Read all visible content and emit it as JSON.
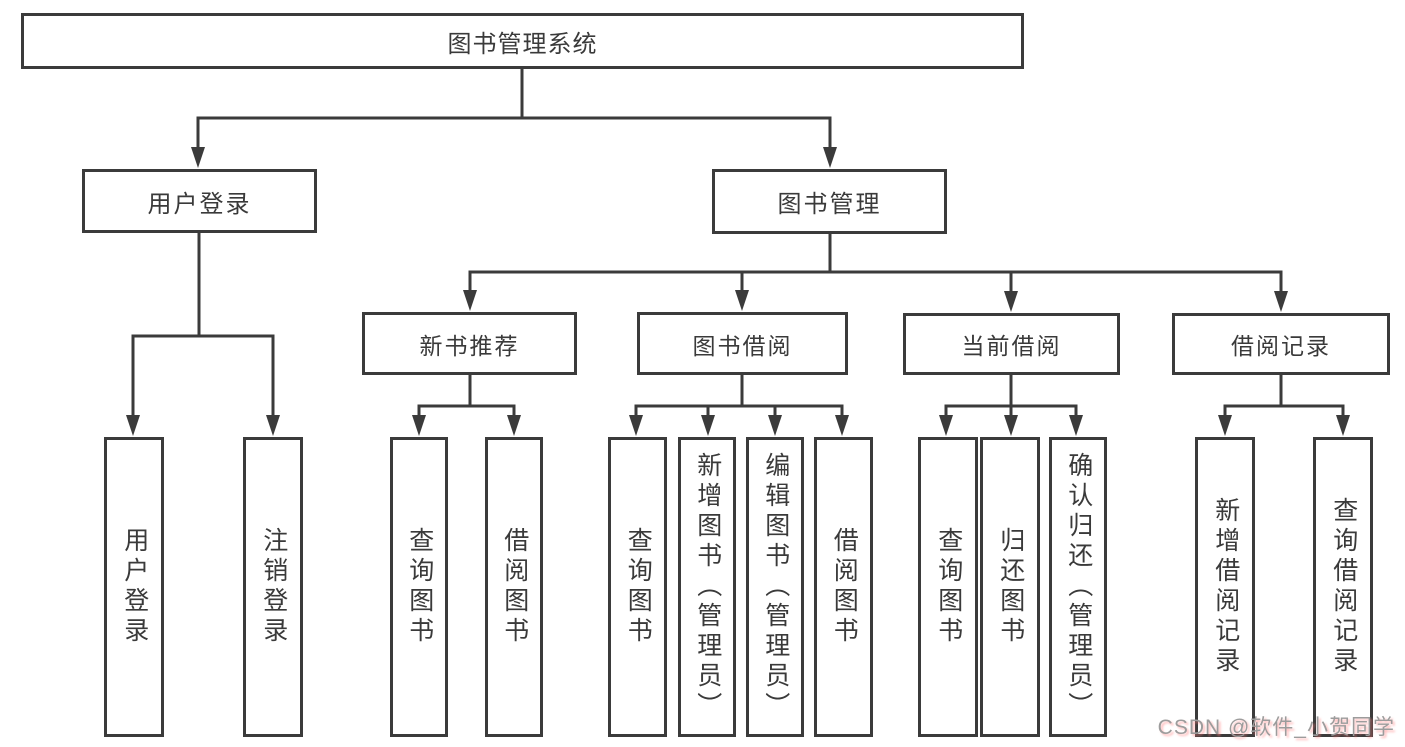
{
  "colors": {
    "line": "#3b3b3b",
    "box_border": "#3b3b3b",
    "box_background": "#ffffff",
    "text": "#3a3a3a",
    "watermark_text_color": "#9c9c9c",
    "watermark_shadow_color": "#ff7a7a",
    "page_background": "#ffffff"
  },
  "watermark": {
    "text": "CSDN @软件_小贺同学"
  },
  "tree": {
    "label": "图书管理系统",
    "children": [
      {
        "label": "用户登录",
        "children": [
          {
            "label": "用户登录"
          },
          {
            "label": "注销登录"
          }
        ]
      },
      {
        "label": "图书管理",
        "children": [
          {
            "label": "新书推荐",
            "children": [
              {
                "label": "查询图书"
              },
              {
                "label": "借阅图书"
              }
            ]
          },
          {
            "label": "图书借阅",
            "children": [
              {
                "label": "查询图书"
              },
              {
                "label": "新增图书（管理员）"
              },
              {
                "label": "编辑图书（管理员）"
              },
              {
                "label": "借阅图书"
              }
            ]
          },
          {
            "label": "当前借阅",
            "children": [
              {
                "label": "查询图书"
              },
              {
                "label": "归还图书"
              },
              {
                "label": "确认归还（管理员）"
              }
            ]
          },
          {
            "label": "借阅记录",
            "children": [
              {
                "label": "新增借阅记录"
              },
              {
                "label": "查询借阅记录"
              }
            ]
          }
        ]
      }
    ]
  }
}
